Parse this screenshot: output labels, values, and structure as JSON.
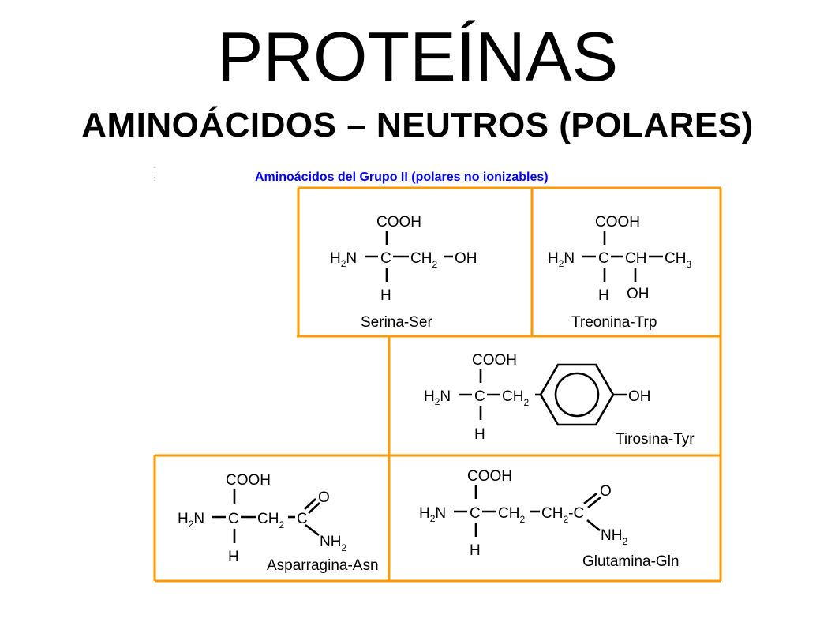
{
  "title": "PROTEÍNAS",
  "subtitle": "AMINOÁCIDOS – NEUTROS (POLARES)",
  "panel_heading": "Aminoácidos del Grupo II (polares no ionizables)",
  "colors": {
    "frame": "#ff9900",
    "caption": "#0000ff",
    "text": "#000000"
  },
  "molecules": {
    "serina": {
      "name": "Serina-Ser",
      "top": "COOH",
      "left": "H",
      "left_sub": "2",
      "left_end": "N",
      "center": "C",
      "r1": "CH",
      "r1_sub": "2",
      "r2": "OH",
      "bottom": "H"
    },
    "treonina": {
      "name": "Treonina-Trp",
      "top": "COOH",
      "left": "H",
      "left_sub": "2",
      "left_end": "N",
      "center": "C",
      "r1": "CH",
      "r2": "CH",
      "r2_sub": "3",
      "bottom": "H",
      "branch": "OH"
    },
    "tirosina": {
      "name": "Tirosina-Tyr",
      "top": "COOH",
      "left": "H",
      "left_sub": "2",
      "left_end": "N",
      "center": "C",
      "r1": "CH",
      "r1_sub": "2",
      "r2": "OH",
      "bottom": "H"
    },
    "asparragina": {
      "name": "Asparragina-Asn",
      "top": "COOH",
      "left": "H",
      "left_sub": "2",
      "left_end": "N",
      "center": "C",
      "r1": "CH",
      "r1_sub": "2",
      "r2": "C",
      "oxygen": "O",
      "amide": "NH",
      "amide_sub": "2",
      "bottom": "H"
    },
    "glutamina": {
      "name": "Glutamina-Gln",
      "top": "COOH",
      "left": "H",
      "left_sub": "2",
      "left_end": "N",
      "center": "C",
      "r1": "CH",
      "r1_sub": "2",
      "r2": "CH",
      "r2_sub": "2",
      "r2_tail": "-C",
      "oxygen": "O",
      "amide": "NH",
      "amide_sub": "2",
      "bottom": "H"
    }
  }
}
